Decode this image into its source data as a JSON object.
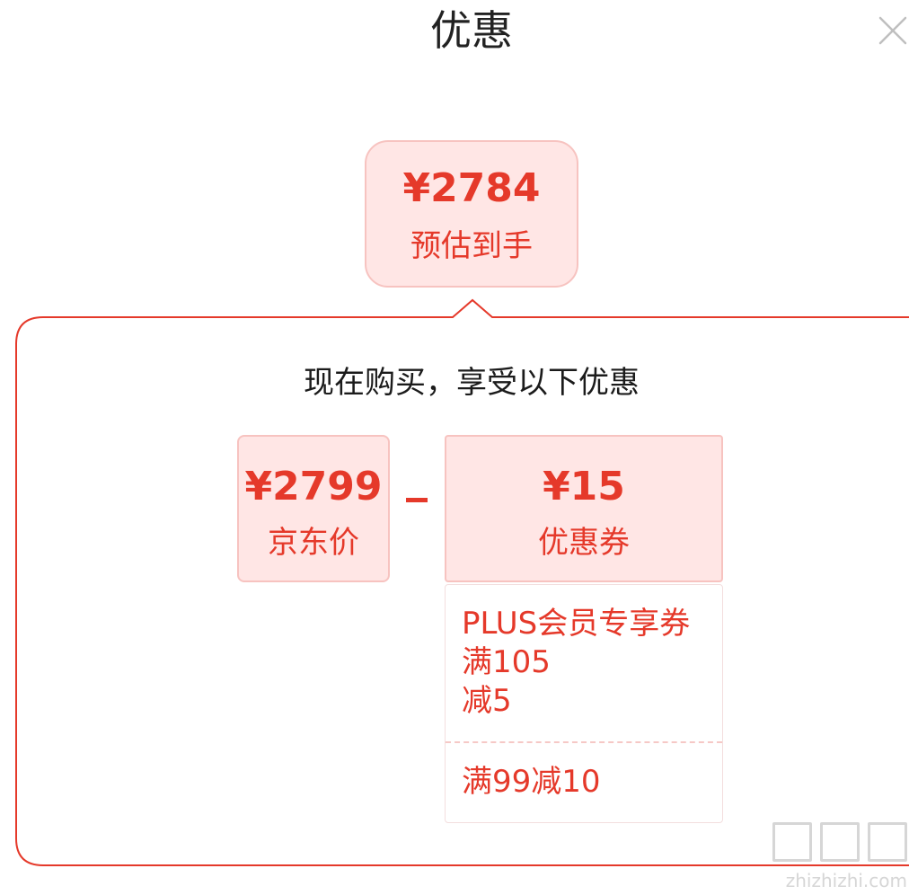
{
  "header": {
    "title": "优惠",
    "close_icon": "close-icon"
  },
  "summary": {
    "estimated_price": "¥2784",
    "estimated_label": "预估到手"
  },
  "detail": {
    "subtitle": "现在购买，享受以下优惠",
    "jd_price": {
      "amount": "¥2799",
      "label": "京东价"
    },
    "operator": "-",
    "coupon": {
      "amount": "¥15",
      "label": "优惠券"
    },
    "coupons": [
      {
        "lines": [
          "PLUS会员专享券",
          "满105",
          "减5"
        ]
      },
      {
        "lines": [
          "满99减10"
        ]
      }
    ]
  },
  "watermark": {
    "site": "zhizhizhi.com"
  },
  "colors": {
    "accent": "#e5392a",
    "card_bg": "#ffe6e5",
    "card_border": "#f7c3c0",
    "frame_border": "#e5392a"
  }
}
